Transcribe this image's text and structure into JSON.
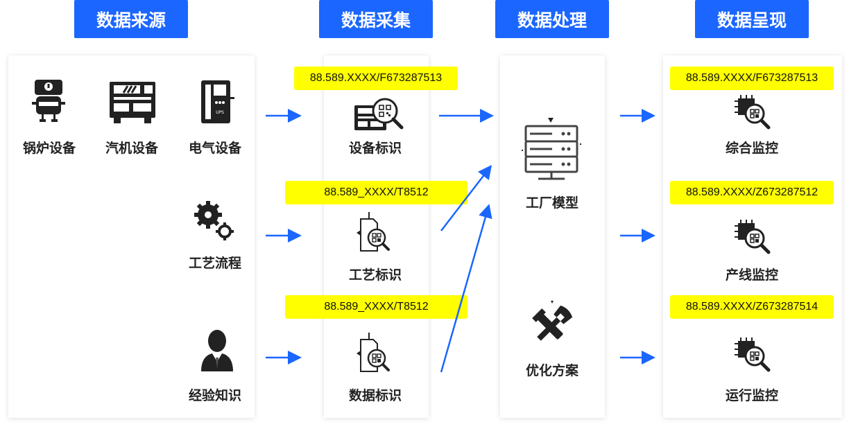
{
  "headers": {
    "source": "数据来源",
    "collect": "数据采集",
    "process": "数据处理",
    "present": "数据呈现"
  },
  "source_items": {
    "boiler": "锅炉设备",
    "turbine": "汽机设备",
    "electrical": "电气设备",
    "process": "工艺流程",
    "knowledge": "经验知识"
  },
  "collect_items": {
    "equipment": {
      "tag": "88.589.XXXX/F673287513",
      "label": "设备标识"
    },
    "process": {
      "tag": "88.589_XXXX/T8512",
      "label": "工艺标识"
    },
    "data": {
      "tag": "88.589_XXXX/T8512",
      "label": "数据标识"
    }
  },
  "process_items": {
    "factory_model": "工厂模型",
    "optimization": "优化方案"
  },
  "present_items": {
    "overall": {
      "tag": "88.589.XXXX/F673287513",
      "label": "综合监控"
    },
    "line": {
      "tag": "88.589.XXXX/Z673287512",
      "label": "产线监控"
    },
    "operation": {
      "tag": "88.589.XXXX/Z673287514",
      "label": "运行监控"
    }
  },
  "colors": {
    "header": "#1a66ff",
    "arrow": "#1a66ff",
    "tag": "#ffff00",
    "icon": "#222222"
  },
  "icons": {
    "boiler": "boiler-icon",
    "turbine": "turbine-icon",
    "electrical": "ups-cabinet-icon",
    "process": "gears-icon",
    "knowledge": "person-icon",
    "equipment_id": "machine-qr-search-icon",
    "process_id": "document-qr-search-icon",
    "data_id": "document-qr-search-icon",
    "factory_model": "server-icon",
    "optimization": "tools-icon",
    "monitor": "chip-qr-search-icon"
  }
}
